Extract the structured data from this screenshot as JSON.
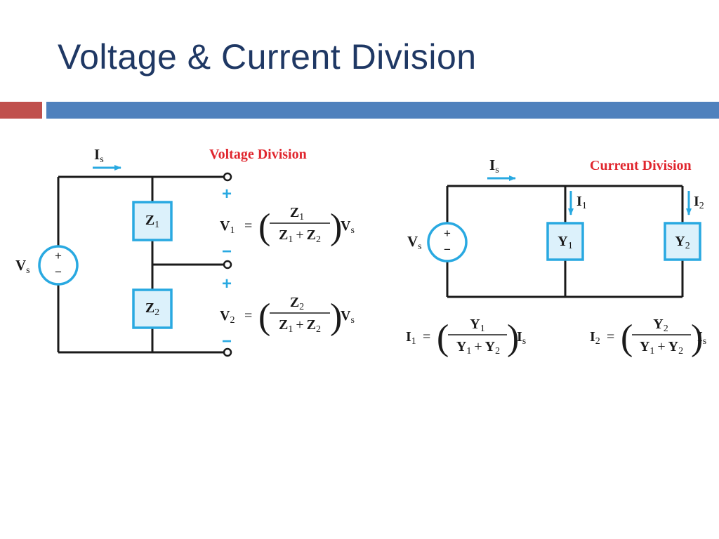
{
  "slide": {
    "title": "Voltage & Current Division",
    "colors": {
      "title": "#1f3864",
      "accent_red": "#c0504d",
      "accent_blue": "#4f81bd",
      "wire": "#1a1a1a",
      "component": "#29a9e1",
      "component_fill": "#dcf1fb",
      "heading_red": "#e0262e"
    }
  },
  "voltage_division": {
    "heading": "Voltage Division",
    "current_label": {
      "main": "I",
      "sub": "s"
    },
    "source_label": {
      "main": "V",
      "sub": "s"
    },
    "source_plus": "+",
    "source_minus": "−",
    "z1": {
      "main": "Z",
      "sub": "1"
    },
    "z2": {
      "main": "Z",
      "sub": "2"
    },
    "terminal_plus": "+",
    "terminal_minus": "−",
    "eq1": {
      "lhs_main": "V",
      "lhs_sub": "1",
      "eq": "=",
      "num_main": "Z",
      "num_sub": "1",
      "den_a_main": "Z",
      "den_a_sub": "1",
      "plus": "+",
      "den_b_main": "Z",
      "den_b_sub": "2",
      "rhs_main": "V",
      "rhs_sub": "s"
    },
    "eq2": {
      "lhs_main": "V",
      "lhs_sub": "2",
      "eq": "=",
      "num_main": "Z",
      "num_sub": "2",
      "den_a_main": "Z",
      "den_a_sub": "1",
      "plus": "+",
      "den_b_main": "Z",
      "den_b_sub": "2",
      "rhs_main": "V",
      "rhs_sub": "s"
    }
  },
  "current_division": {
    "heading": "Current Division",
    "current_label": {
      "main": "I",
      "sub": "s"
    },
    "source_label": {
      "main": "V",
      "sub": "s"
    },
    "source_plus": "+",
    "source_minus": "−",
    "i1": {
      "main": "I",
      "sub": "1"
    },
    "i2": {
      "main": "I",
      "sub": "2"
    },
    "y1": {
      "main": "Y",
      "sub": "1"
    },
    "y2": {
      "main": "Y",
      "sub": "2"
    },
    "eq1": {
      "lhs_main": "I",
      "lhs_sub": "1",
      "eq": "=",
      "num_main": "Y",
      "num_sub": "1",
      "den_a_main": "Y",
      "den_a_sub": "1",
      "plus": "+",
      "den_b_main": "Y",
      "den_b_sub": "2",
      "rhs_main": "I",
      "rhs_sub": "s"
    },
    "eq2": {
      "lhs_main": "I",
      "lhs_sub": "2",
      "eq": "=",
      "num_main": "Y",
      "num_sub": "2",
      "den_a_main": "Y",
      "den_a_sub": "1",
      "plus": "+",
      "den_b_main": "Y",
      "den_b_sub": "2",
      "rhs_main": "I",
      "rhs_sub": "s"
    }
  }
}
